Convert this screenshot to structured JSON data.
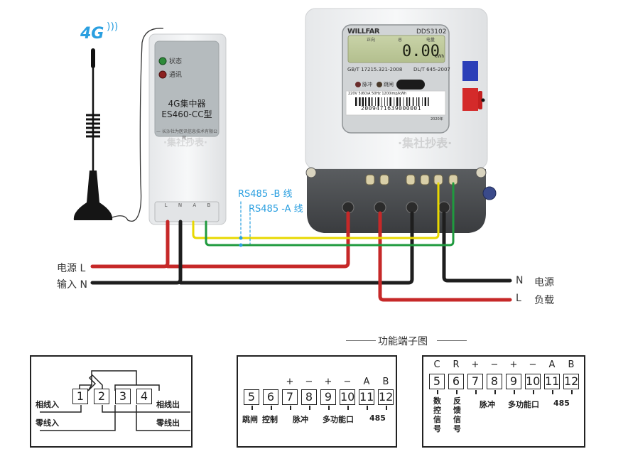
{
  "antenna": {
    "badge": "4G"
  },
  "concentrator": {
    "led_status": "状态",
    "led_comm": "通讯",
    "name_line1": "4G集中器",
    "name_line2": "ES460-CC型",
    "maker": "— 长沙社为医讯信息技术有限公司 —",
    "terminals": [
      "L",
      "N",
      "A",
      "B"
    ],
    "colors": {
      "status_led": "#2e8b3a",
      "comm_led": "#8b2020"
    }
  },
  "meter": {
    "brand": "WILLFAR",
    "model": "DDS3102",
    "lcd_top": [
      "正向",
      "总",
      "电量"
    ],
    "reading": "0.00",
    "unit": "kWh",
    "std_left": "GB/T 17215.321-2008",
    "std_right": "DL/T 645-2007",
    "led_pulse": "脉冲",
    "led_trip": "跳闸",
    "spec": "220V  5(60)A  50Hz  1200imp/kWh",
    "barcode": "2009471639000001",
    "year": "2020年",
    "watermark": "·集社抄表·"
  },
  "wires": {
    "rs485_b": "RS485 -B 线",
    "rs485_a": "RS485 -A 线",
    "left_L": "电源 L",
    "left_N": "输入 N",
    "right_N_code": "N",
    "right_N_label": "电源",
    "right_L_code": "L",
    "right_L_label": "负载",
    "colors": {
      "live": "#c62828",
      "neutral": "#1e1e1e",
      "rs485_b": "#e8d800",
      "rs485_a": "#1f9a3e",
      "annot": "#2a9fe0"
    }
  },
  "section_title": "功能端子图",
  "diagram1": {
    "terminals": [
      "1",
      "2",
      "3",
      "4"
    ],
    "phase_in": "相线入",
    "neutral_in": "零线入",
    "phase_out": "相线出",
    "neutral_out": "零线出"
  },
  "diagram2": {
    "signs": [
      "",
      "",
      "+",
      "−",
      "+",
      "−",
      "A",
      "B"
    ],
    "terminals": [
      "5",
      "6",
      "7",
      "8",
      "9",
      "10",
      "11",
      "12"
    ],
    "groups": [
      "跳闸",
      "控制",
      "脉冲",
      "多功能口",
      "485"
    ]
  },
  "diagram3": {
    "signs": [
      "C",
      "R",
      "+",
      "−",
      "+",
      "−",
      "A",
      "B"
    ],
    "terminals": [
      "5",
      "6",
      "7",
      "8",
      "9",
      "10",
      "11",
      "12"
    ],
    "vertical_labels": [
      "数控信号",
      "反馈信号"
    ],
    "groups": [
      "脉冲",
      "多功能口",
      "485"
    ]
  }
}
